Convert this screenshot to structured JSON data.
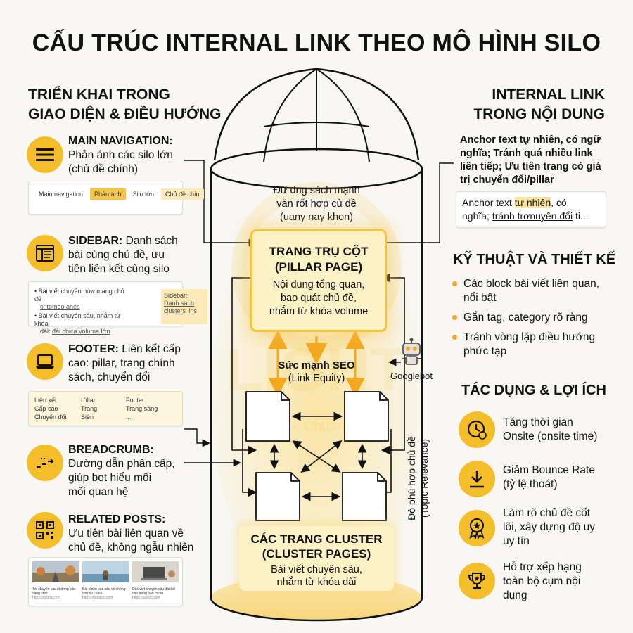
{
  "title": "CẤU TRÚC INTERNAL LINK THEO MÔ HÌNH SILO",
  "left": {
    "heading_line1": "TRIỂN KHAI TRONG",
    "heading_line2": "GIAO DIỆN & ĐIỀU HƯỚNG",
    "main_nav": {
      "label": "MAIN NAVIGATION:",
      "desc1": "Phản ánh các silo lớn",
      "desc2": "(chủ đề chính)",
      "card_label": "Main navigation",
      "chip1": "Phản ánh",
      "chip2": "Silo lớn",
      "chip3": "Chủ đề chín",
      "icon": "hamburger-menu-icon"
    },
    "sidebar": {
      "label": "SIDEBAR:",
      "desc1": " Danh sách",
      "desc2": "bài cùng chủ đề, ưu",
      "desc3": "tiên liên kết cùng silo",
      "card_b1": "Bài viết chuyên nòw mang chủ đề",
      "card_b1_link": "cntomoo anes",
      "card_b2": "Bài viết chuyên sâu, nhắm từ khóa",
      "card_b2_prefix": "dài: ",
      "card_b2_link": "đài chica volume lớn",
      "box_title": "Sidebar:",
      "box_link1": "Danh sách",
      "box_link2": "clusters lins",
      "icon": "sidebar-layout-icon"
    },
    "footer": {
      "label": "FOOTER:",
      "desc1": " Liên kết cấp",
      "desc2": "cao: pillar, trang chính",
      "desc3": "sách, chuyển đổi",
      "col1": [
        "Liên kết",
        "Cấp cao",
        "Chuyển đổi"
      ],
      "col2": [
        "L'illar",
        "Trang",
        "Siên"
      ],
      "col3": [
        "Footer",
        "Trang sáng",
        "..."
      ],
      "icon": "laptop-icon"
    },
    "breadcrumb": {
      "label": "BREADCRUMB:",
      "desc1": "Đường dẫn phân cấp,",
      "desc2": "giúp bot hiểu mối",
      "desc3": "mối quan hệ",
      "icon": "breadcrumb-arrows-icon"
    },
    "related": {
      "label": "RELATED POSTS:",
      "desc1": "Ưu tiên bài liên quan về",
      "desc2": "chủ đề, không ngẫu nhiên",
      "icon": "qr-grid-icon",
      "posts": [
        {
          "title": "Tối chuyên các stutrmg các càng chrit",
          "url": "https://stbore.com"
        },
        {
          "title": "Bài nhiên các cáo về nhóng con tài chính",
          "url": "https://nutdocc.com"
        },
        {
          "title": "Dùc viết chuyên cầu dài bài cho trong bảo chính",
          "url": "https://saboo.com"
        }
      ]
    }
  },
  "center": {
    "top_note1": "Đừ dng sách mạnh",
    "top_note2": "văn rốt hợp củ đề",
    "top_note3": "(uany nay khon)",
    "pillar_title1": "TRANG TRỤ CỘT",
    "pillar_title2": "(PILLAR PAGE)",
    "pillar_desc1": "Nội dung tổng quan,",
    "pillar_desc2": "bao quát chủ đề,",
    "pillar_desc3": "nhắm từ khóa volume",
    "seo_label": "Sức mạnh SEO",
    "seo_sub": "(Link Equity)",
    "googlebot": "Googlebot",
    "cluster_title1": "CÁC TRANG CLUSTER",
    "cluster_title2": "(CLUSTER PAGES)",
    "cluster_desc1": "Bài viết chuyên sâu,",
    "cluster_desc2": "nhắm từ khóa dài",
    "relevance1": "Độ phù hợp chủ đề",
    "relevance2": "(Topic Relevance)",
    "watermark1": "LIGHT",
    "watermark2": "Nhanh – Chuẩn – Đẹp"
  },
  "right": {
    "heading_line1": "INTERNAL LINK",
    "heading_line2": "TRONG NỘI DUNG",
    "anchor1": "Anchor text tự nhiên, có ngữ",
    "anchor2": "nghĩa; Tránh quá nhiều link",
    "anchor3": "liên tiếp; Ưu tiên trang có giá",
    "anchor4": "trị chuyển đổi/pillar",
    "sample_pre": "Anchor text ",
    "sample_hl": "tự nhiên",
    "sample_mid": ", có",
    "sample_line2_pre": "nghĩa; ",
    "sample_link": "tránh trơnuyên đổi",
    "sample_end": " ti...",
    "tech_heading": "KỸ THUẬT VÀ THIẾT KẾ",
    "tech_items": [
      "Các block bài viết liên quan, nổi bật",
      "Gắn tag, category rõ ràng",
      "Tránh vòng lặp điều hướng phức tạp"
    ],
    "benefit_heading": "TÁC DỤNG & LỢI ÍCH",
    "benefits": [
      {
        "l1": "Tăng thời gian",
        "l2": "Onsite (onsite time)",
        "l3": "",
        "icon": "clock-icon"
      },
      {
        "l1": "Giảm Bounce Rate",
        "l2": "(tỷ lệ thoát)",
        "l3": "",
        "icon": "download-arrow-icon"
      },
      {
        "l1": "Làm rõ chủ đề cốt",
        "l2": "lõi, xây dựng độ uy",
        "l3": "uy tín",
        "icon": "award-medal-icon"
      },
      {
        "l1": "Hỗ trợ xếp hạng",
        "l2": "toàn bộ cụm nội",
        "l3": "dung",
        "icon": "trophy-icon"
      }
    ]
  },
  "colors": {
    "accent": "#f4bd2a",
    "pillar_bg": "#fdf1c6",
    "bg": "#f8f7f4"
  }
}
